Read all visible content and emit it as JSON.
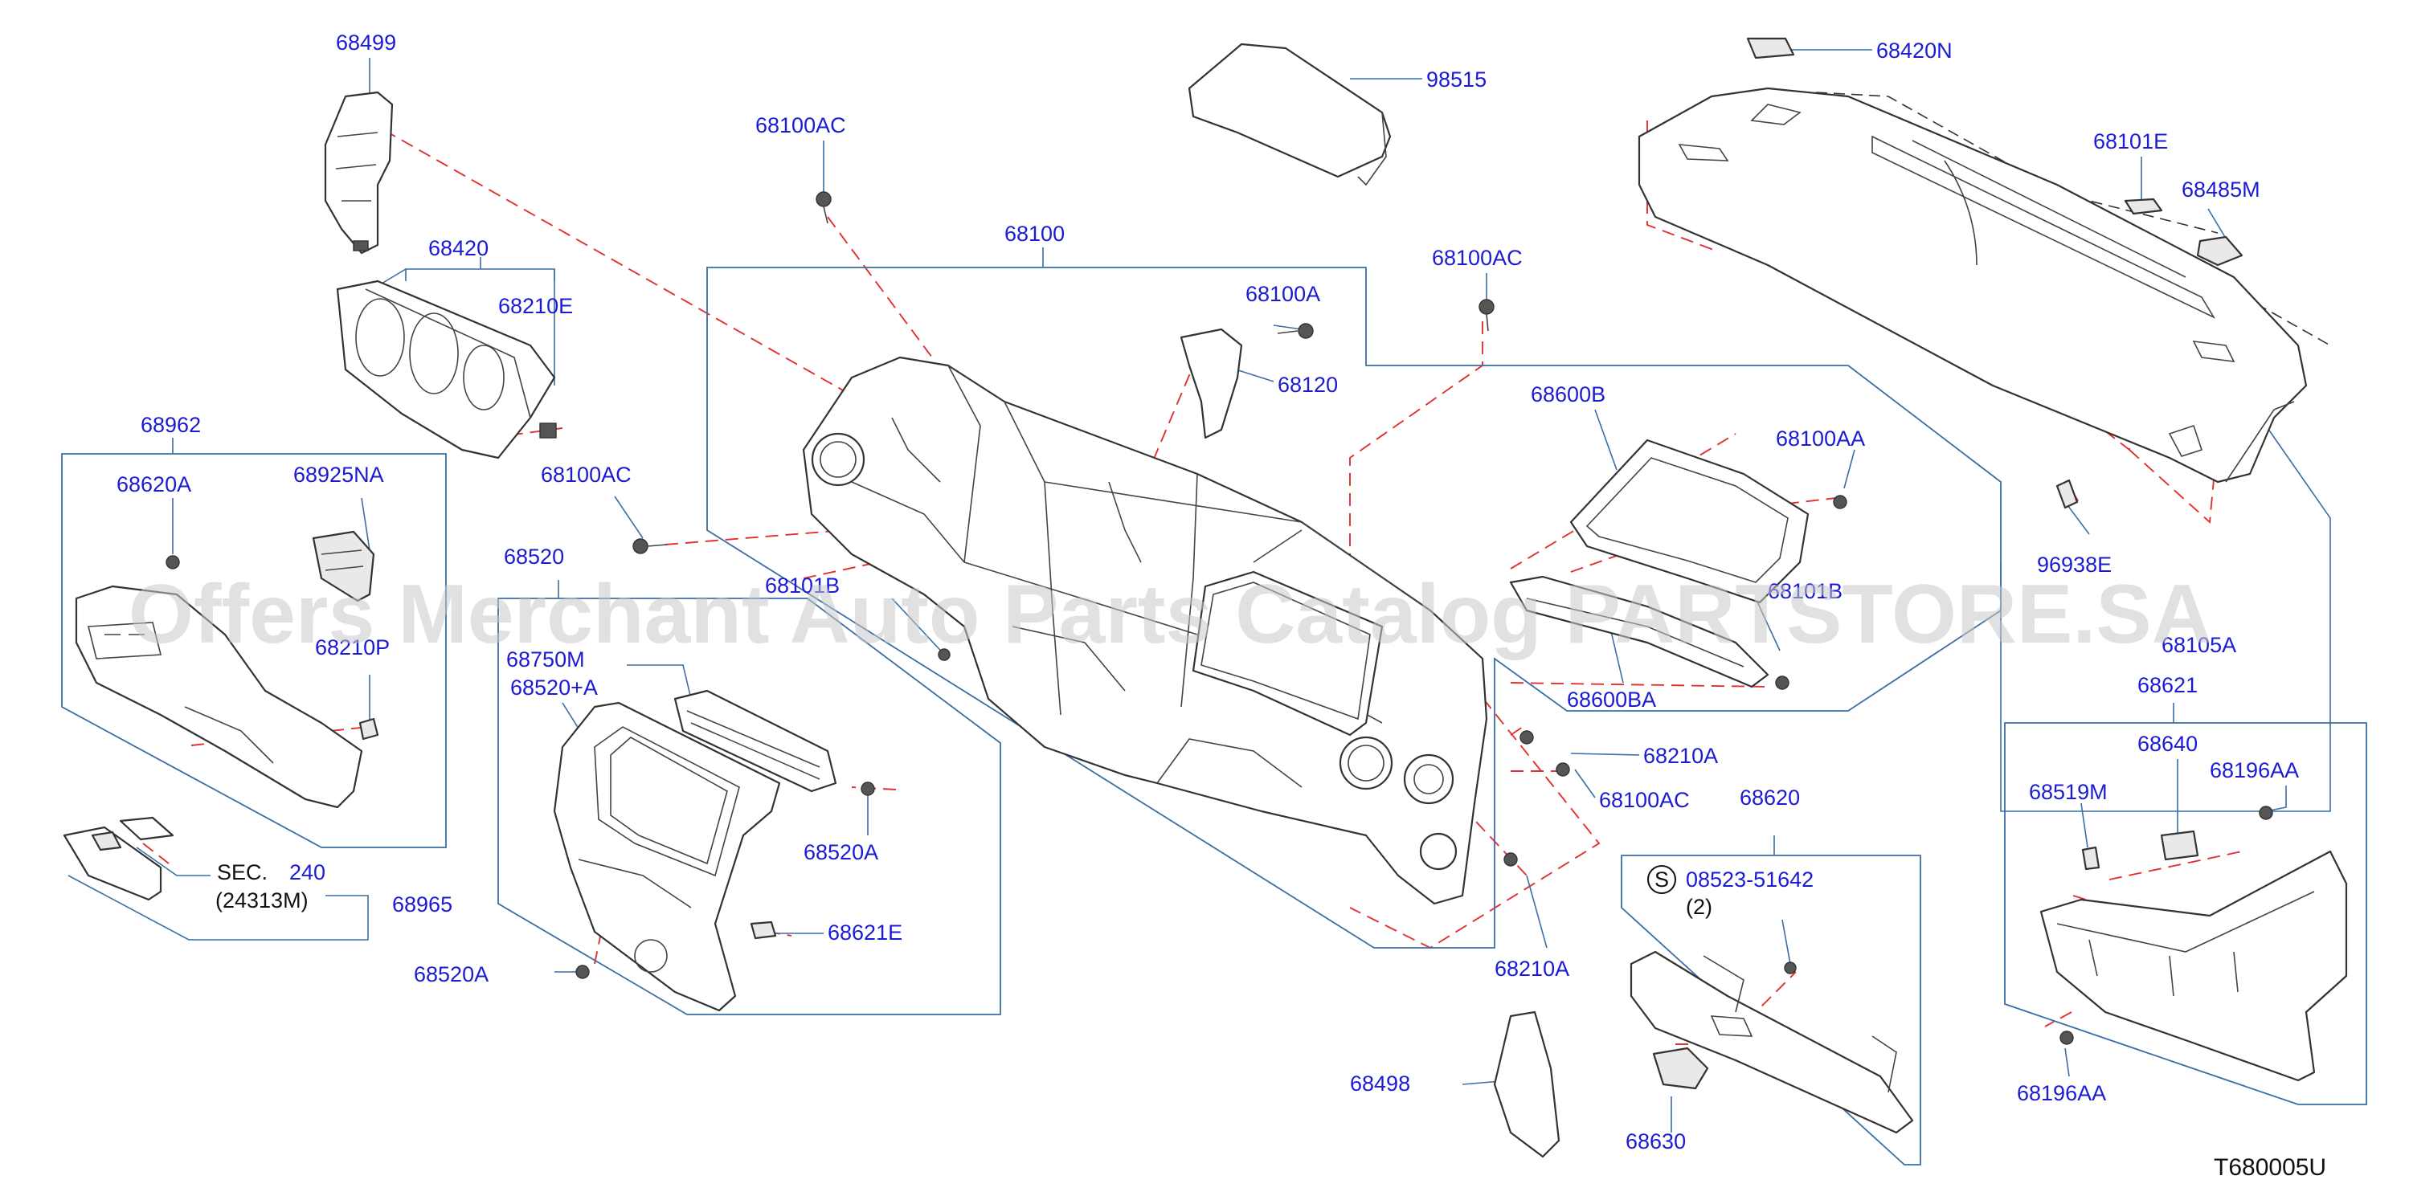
{
  "diagram": {
    "part_labels": {
      "p68499": "68499",
      "p68100AC_top": "68100AC",
      "p98515": "98515",
      "p68420N": "68420N",
      "p68100": "68100",
      "p68101E": "68101E",
      "p68485M": "68485M",
      "p68420": "68420",
      "p68210E": "68210E",
      "p68100AC_mid": "68100AC",
      "p68100A": "68100A",
      "p68120": "68120",
      "p68962": "68962",
      "p68600B": "68600B",
      "p68100AA": "68100AA",
      "p68620A": "68620A",
      "p68925NA": "68925NA",
      "p68100AC_left": "68100AC",
      "p96938E": "96938E",
      "p68520": "68520",
      "p68101B": "68101B",
      "p68210P": "68210P",
      "p68101B_right": "68101B",
      "p68105A": "68105A",
      "p68750M": "68750M",
      "p68520A_plus": "68520+A",
      "p68600BA": "68600BA",
      "p68621": "68621",
      "p68210A_upper": "68210A",
      "p68640": "68640",
      "p68196AA_top": "68196AA",
      "p68100AC_low": "68100AC",
      "p68520A_right": "68520A",
      "p68620": "68620",
      "p68519M": "68519M",
      "p68965": "68965",
      "p68621E": "68621E",
      "p68520A_bottom": "68520A",
      "p68210A_lower": "68210A",
      "p68498": "68498",
      "p68630": "68630",
      "p68196AA_bottom": "68196AA"
    },
    "sec_ref": {
      "prefix": "SEC.",
      "number": "240",
      "sub": "(24313M)"
    },
    "screw_ref": {
      "symbol": "S",
      "part": "08523-51642",
      "qty": "(2)"
    },
    "diagram_code": "T680005U",
    "watermark": "Offers Merchant Auto Parts Catalog PARTSTORE.SA"
  },
  "colors": {
    "label_blue": "#1b1bd6",
    "leader_blue": "#3a6ea5",
    "dash_red": "#e23030",
    "watermark_gray": "#c8c8c8"
  }
}
